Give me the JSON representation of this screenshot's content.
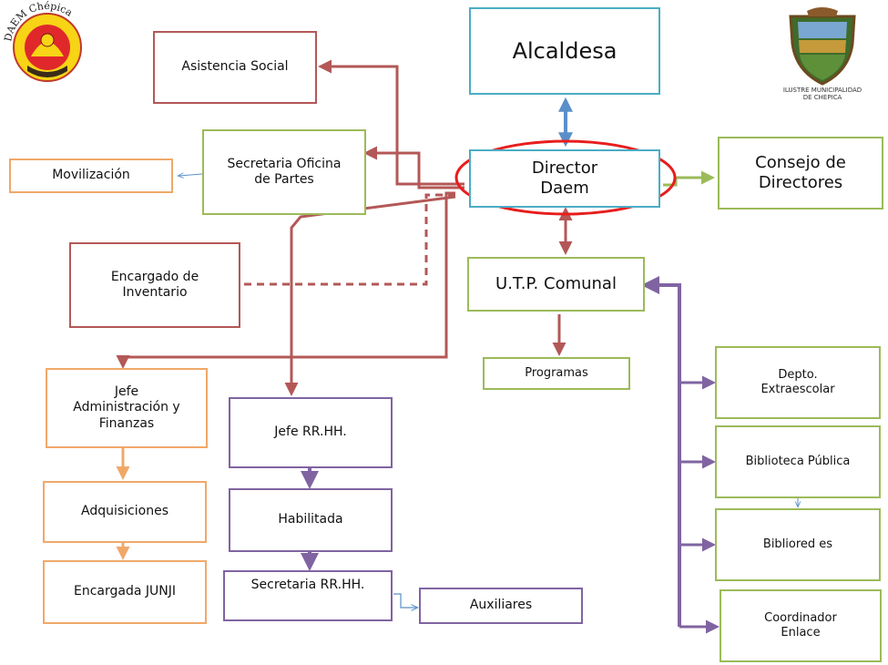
{
  "logos": {
    "left": {
      "text": "DAEM Chépica"
    },
    "right": {
      "caption": "ILUSTRE MUNICIPALIDAD\nDE CHEPICA"
    }
  },
  "nodes": {
    "alcaldesa": "Alcaldesa",
    "director": "Director\nDaem",
    "consejo": "Consejo de\nDirectores",
    "asistencia": "Asistencia Social",
    "secretaria_oficina": "Secretaria  Oficina\nde  Partes",
    "movilizacion": "Movilización",
    "inventario": "Encargado de\nInventario",
    "utp": "U.T.P. Comunal",
    "programas": "Programas",
    "jefe_admin": "Jefe\nAdministración y\nFinanzas",
    "adquisiciones": "Adquisiciones",
    "junji": "Encargada  JUNJI",
    "jefe_rrhh": "Jefe  RR.HH.",
    "habilitada": "Habilitada",
    "secretaria_rrhh": "Secretaria RR.HH.",
    "auxiliares": "Auxiliares",
    "extraescolar": "Depto.\nExtraescolar",
    "biblioteca": "Biblioteca Pública",
    "bibliored": "Bibliored es",
    "coordinador": "Coordinador\nEnlace"
  },
  "colors": {
    "red": "#b35857",
    "green": "#9bbb59",
    "blue": "#4bacc6",
    "arrow_blue": "#5b8fc9",
    "orange": "#f0a86a",
    "purple": "#8064a2",
    "highlight": "#e81d1d"
  }
}
